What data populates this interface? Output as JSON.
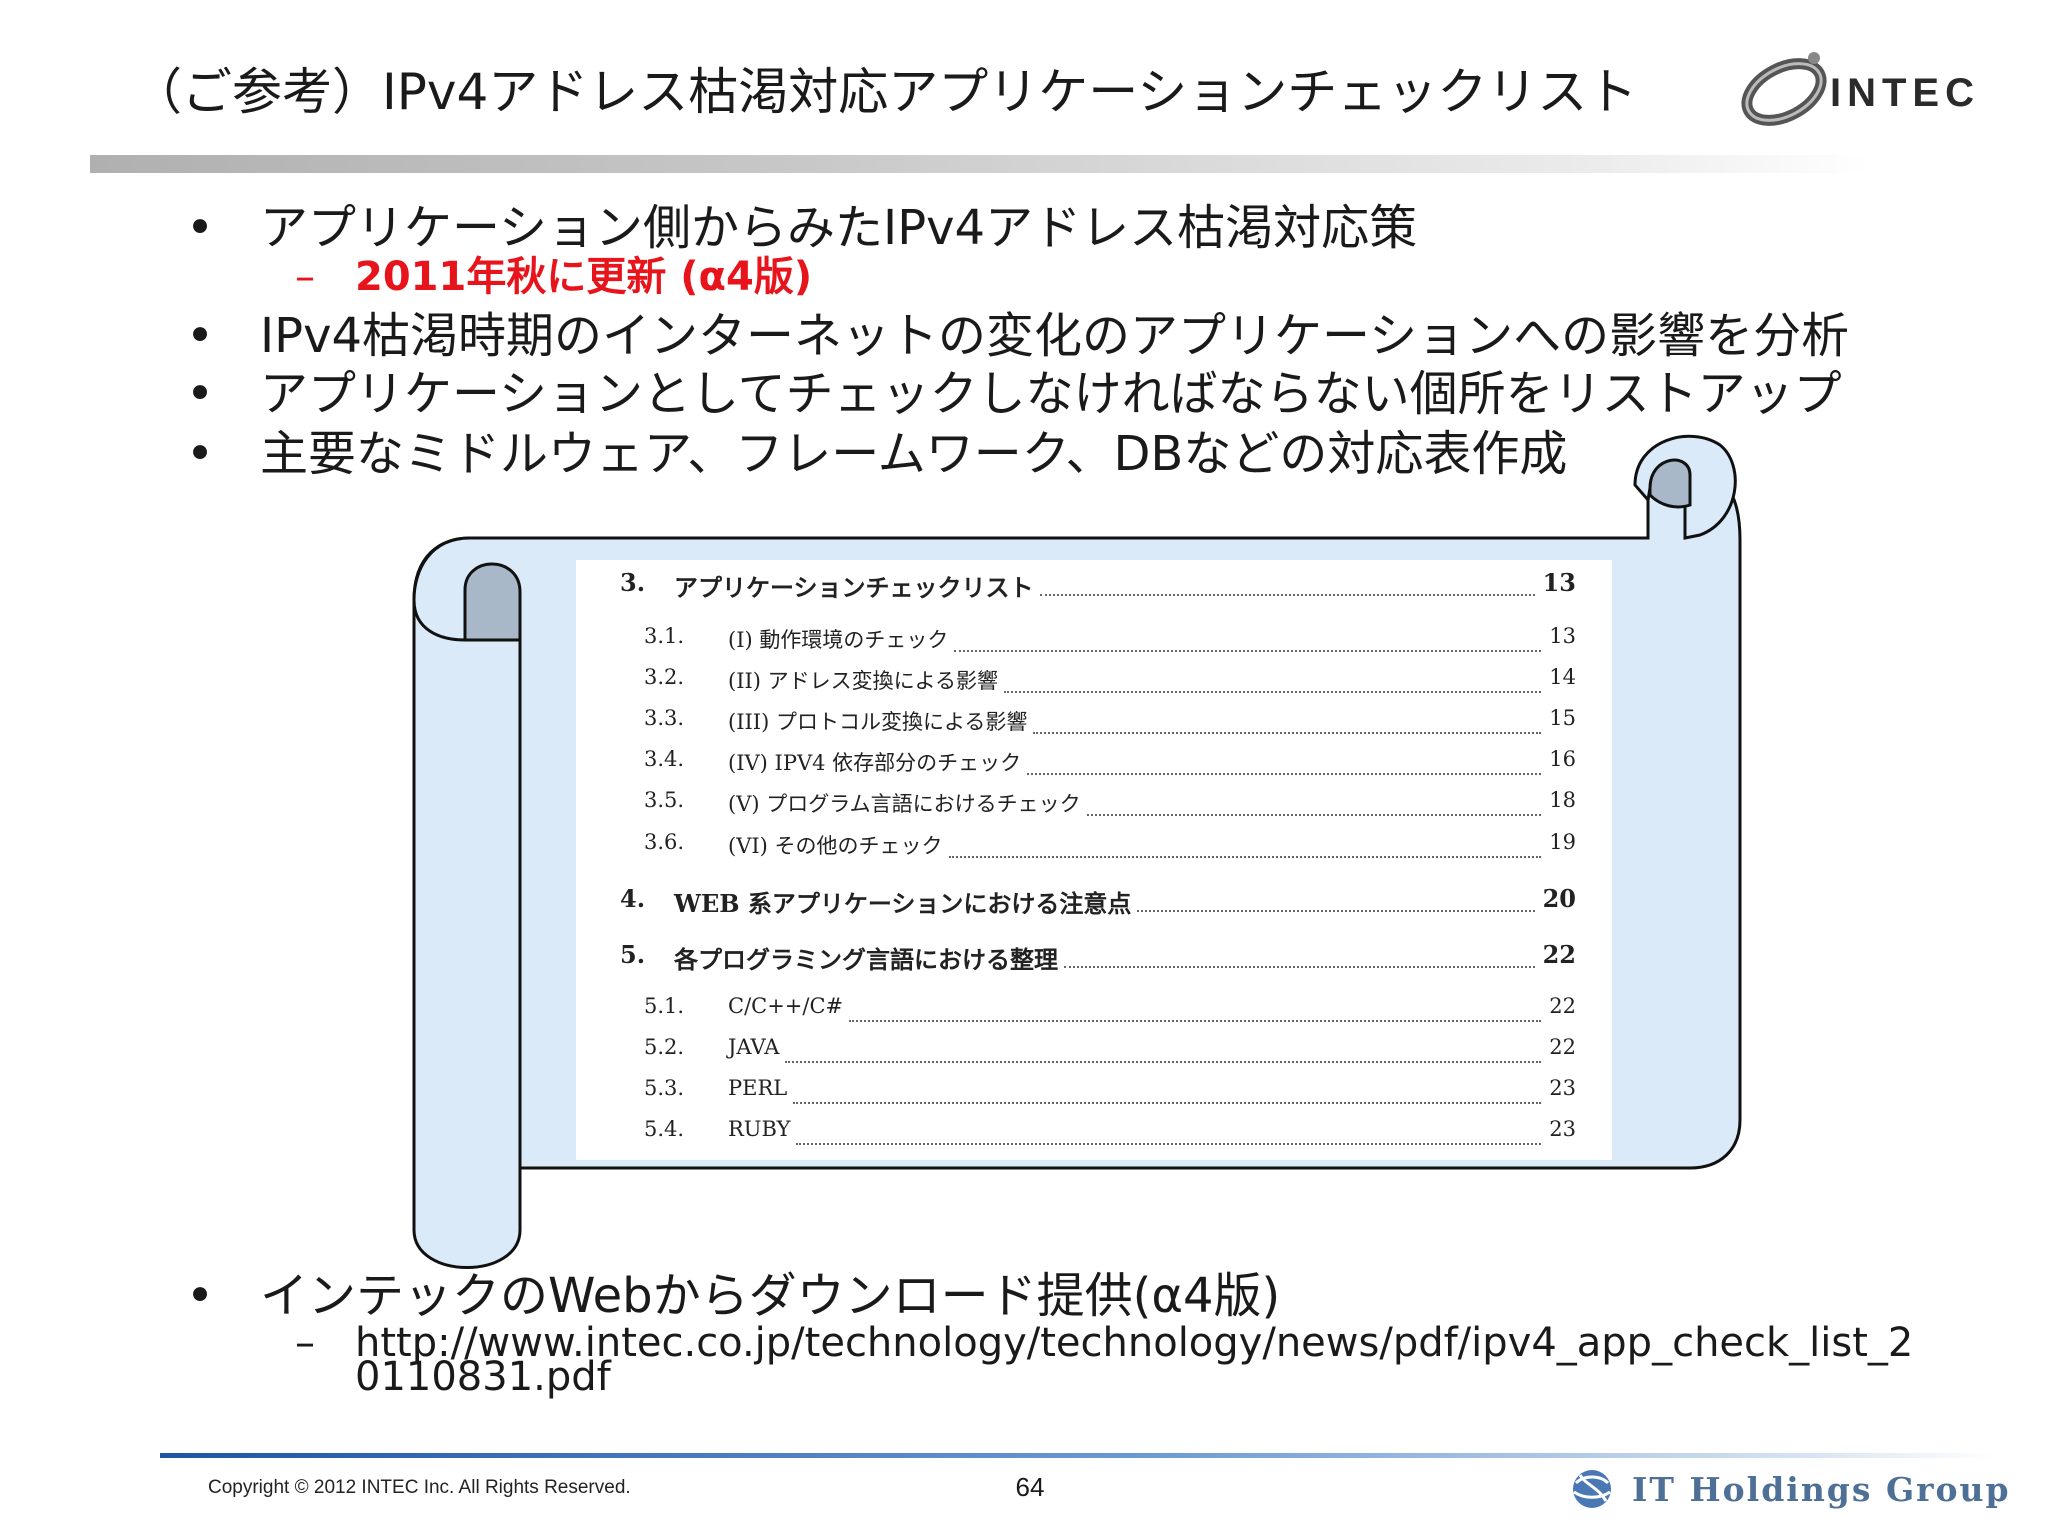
{
  "header": {
    "title": "（ご参考）IPv4アドレス枯渇対応アプリケーションチェックリスト",
    "logo_text": "INTEC"
  },
  "bullets": [
    {
      "text": "アプリケーション側からみたIPv4アドレス枯渇対応策"
    },
    {
      "text": "IPv4枯渇時期のインターネットの変化のアプリケーションへの影響を分析"
    },
    {
      "text": "アプリケーションとしてチェックしなければならない個所をリストアップ"
    },
    {
      "text": "主要なミドルウェア、フレームワーク、DBなどの対応表作成"
    },
    {
      "text": "インテックのWebからダウンロード提供(α4版)"
    }
  ],
  "subbullets": {
    "update_note": "2011年秋に更新 (α4版)",
    "url_line1": "http://www.intec.co.jp/technology/technology/news/pdf/ipv4_app_check_list_2",
    "url_line2": "0110831.pdf"
  },
  "markers": {
    "bullet": "•",
    "dash": "–"
  },
  "toc": [
    {
      "num": "3.",
      "label": "アプリケーションチェックリスト",
      "page": "13",
      "level": "major"
    },
    {
      "num": "3.1.",
      "label": "(I) 動作環境のチェック",
      "page": "13",
      "level": "minor"
    },
    {
      "num": "3.2.",
      "label": "(II) アドレス変換による影響",
      "page": "14",
      "level": "minor"
    },
    {
      "num": "3.3.",
      "label": "(III) プロトコル変換による影響",
      "page": "15",
      "level": "minor"
    },
    {
      "num": "3.4.",
      "label": "(IV) IPV4 依存部分のチェック",
      "page": "16",
      "level": "minor"
    },
    {
      "num": "3.5.",
      "label": "(V) プログラム言語におけるチェック",
      "page": "18",
      "level": "minor"
    },
    {
      "num": "3.6.",
      "label": "(VI) その他のチェック",
      "page": "19",
      "level": "minor"
    },
    {
      "num": "4.",
      "label": "WEB 系アプリケーションにおける注意点",
      "page": "20",
      "level": "major"
    },
    {
      "num": "5.",
      "label": "各プログラミング言語における整理",
      "page": "22",
      "level": "major"
    },
    {
      "num": "5.1.",
      "label": "C/C++/C#",
      "page": "22",
      "level": "minor"
    },
    {
      "num": "5.2.",
      "label": "JAVA",
      "page": "22",
      "level": "minor"
    },
    {
      "num": "5.3.",
      "label": "PERL",
      "page": "23",
      "level": "minor"
    },
    {
      "num": "5.4.",
      "label": "RUBY",
      "page": "23",
      "level": "minor"
    }
  ],
  "footer": {
    "copyright": "Copyright © 2012 INTEC Inc. All Rights Reserved.",
    "page_number": "64",
    "group_name": "IT Holdings Group"
  },
  "colors": {
    "scroll_fill": "#dbeaf9",
    "scroll_curl": "#a9b8c8",
    "accent_red": "#e8141c",
    "footer_blue": "#1e55a5"
  }
}
